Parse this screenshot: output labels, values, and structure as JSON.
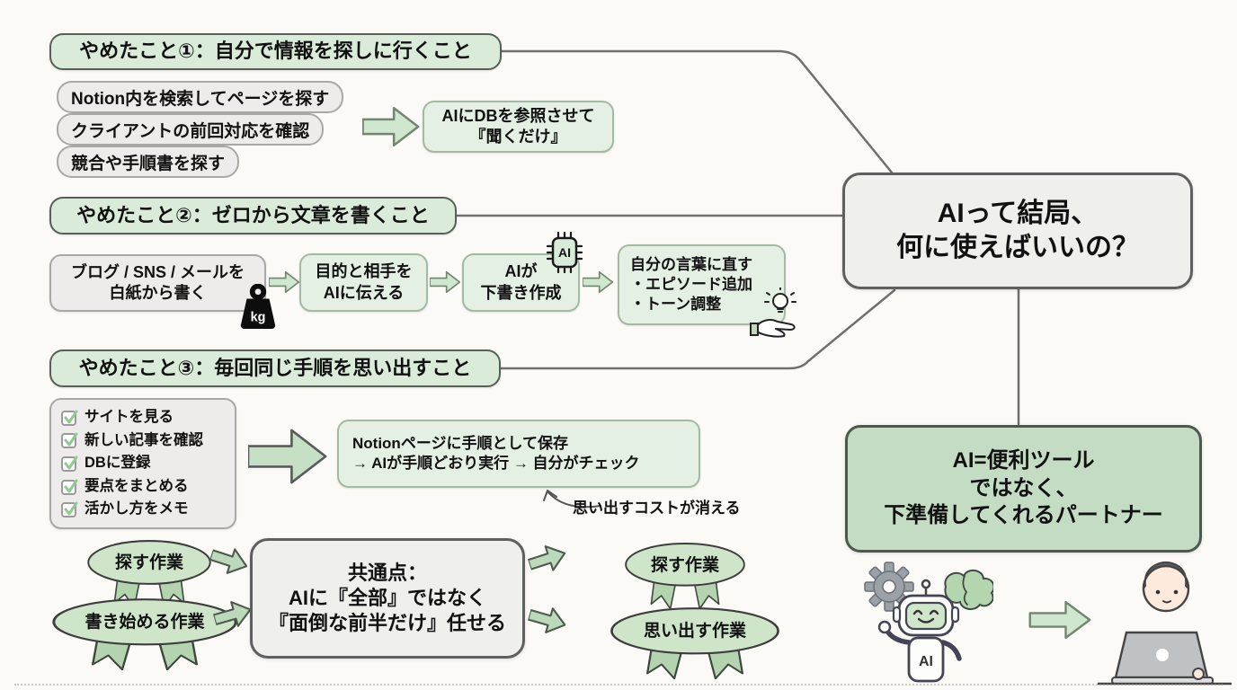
{
  "question_box": {
    "line1": "AIって結局、",
    "line2": "何に使えばいいの？"
  },
  "conclusion_box": {
    "line1": "AI=便利ツール",
    "line2": "ではなく、",
    "line3": "下準備してくれるパートナー"
  },
  "section1": {
    "header": "やめたこと①：自分で情報を探しに行くこと",
    "pills": [
      "Notion内を検索してページを探す",
      "クライアントの前回対応を確認",
      "競合や手順書を探す"
    ],
    "result": {
      "line1": "AIにDBを参照させて",
      "line2": "『聞くだけ』"
    }
  },
  "section2": {
    "header": "やめたこと②：ゼロから文章を書くこと",
    "step1": {
      "line1": "ブログ / SNS / メールを",
      "line2": "白紙から書く"
    },
    "weight_label": "kg",
    "step2": {
      "line1": "目的と相手を",
      "line2": "AIに伝える"
    },
    "step3": {
      "line1": "AIが",
      "line2": "下書き作成"
    },
    "chip_label": "AI",
    "step4": {
      "line1": "自分の言葉に直す",
      "line2": "・エピソード追加",
      "line3": "・トーン調整"
    }
  },
  "section3": {
    "header": "やめたこと③：毎回同じ手順を思い出すこと",
    "checklist": [
      "サイトを見る",
      "新しい記事を確認",
      "DBに登録",
      "要点をまとめる",
      "活かし方をメモ"
    ],
    "result": {
      "line1": "Notionページに手順として保存",
      "line2": "→ AIが手順どおり実行 → 自分がチェック"
    },
    "annotation": "思い出すコストが消える"
  },
  "summary": {
    "left_badges": [
      "探す作業",
      "書き始める作業"
    ],
    "center": {
      "line1": "共通点：",
      "line2": "AIに『全部』ではなく",
      "line3": "『面倒な前半だけ』任せる"
    },
    "right_badges": [
      "探す作業",
      "思い出す作業"
    ]
  },
  "robot_label": "AI",
  "colors": {
    "header_green": "#daecd9",
    "flow_green": "#e4f0e3",
    "conclusion_green": "#c3dcc3",
    "gray_box": "#edecea",
    "arrow_green": "#cfe6cf",
    "badge_green": "#cfe5ca",
    "connector_gray": "#6f6f6f"
  }
}
